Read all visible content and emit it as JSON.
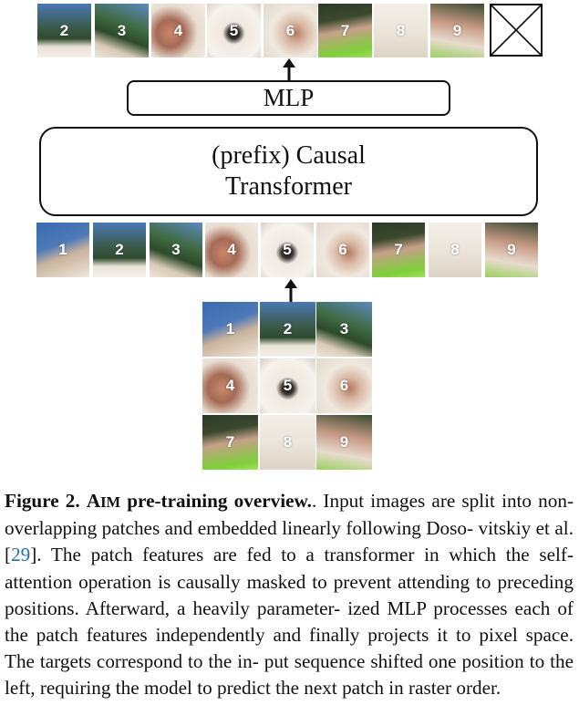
{
  "figure": {
    "output_patches": [
      "2",
      "3",
      "4",
      "5",
      "6",
      "7",
      "8",
      "9"
    ],
    "mlp_label": "MLP",
    "transformer_label_line1": "(prefix) Causal",
    "transformer_label_line2": "Transformer",
    "input_patches": [
      "1",
      "2",
      "3",
      "4",
      "5",
      "6",
      "7",
      "8",
      "9"
    ],
    "grid_patches": [
      "1",
      "2",
      "3",
      "4",
      "5",
      "6",
      "7",
      "8",
      "9"
    ],
    "masked_icon": "crossed-box-icon"
  },
  "caption": {
    "label": "Figure 2.",
    "title_sc1": "A",
    "title_sc2": "IM",
    "title_rest": " pre-training overview.",
    "body1": ". Input images are split into non-overlapping patches and embedded linearly following Doso- vitskiy et al. [",
    "ref": "29",
    "body2": "]. The patch features are fed to a transformer in which the self-attention operation is causally masked to prevent attending to preceding positions. Afterward, a heavily parameter- ized MLP processes each of the patch features independently and finally projects it to pixel space. The targets correspond to the in- put sequence shifted one position to the left, requiring the model to predict the next patch in raster order.",
    "ref_color": "#1f6fb2"
  }
}
